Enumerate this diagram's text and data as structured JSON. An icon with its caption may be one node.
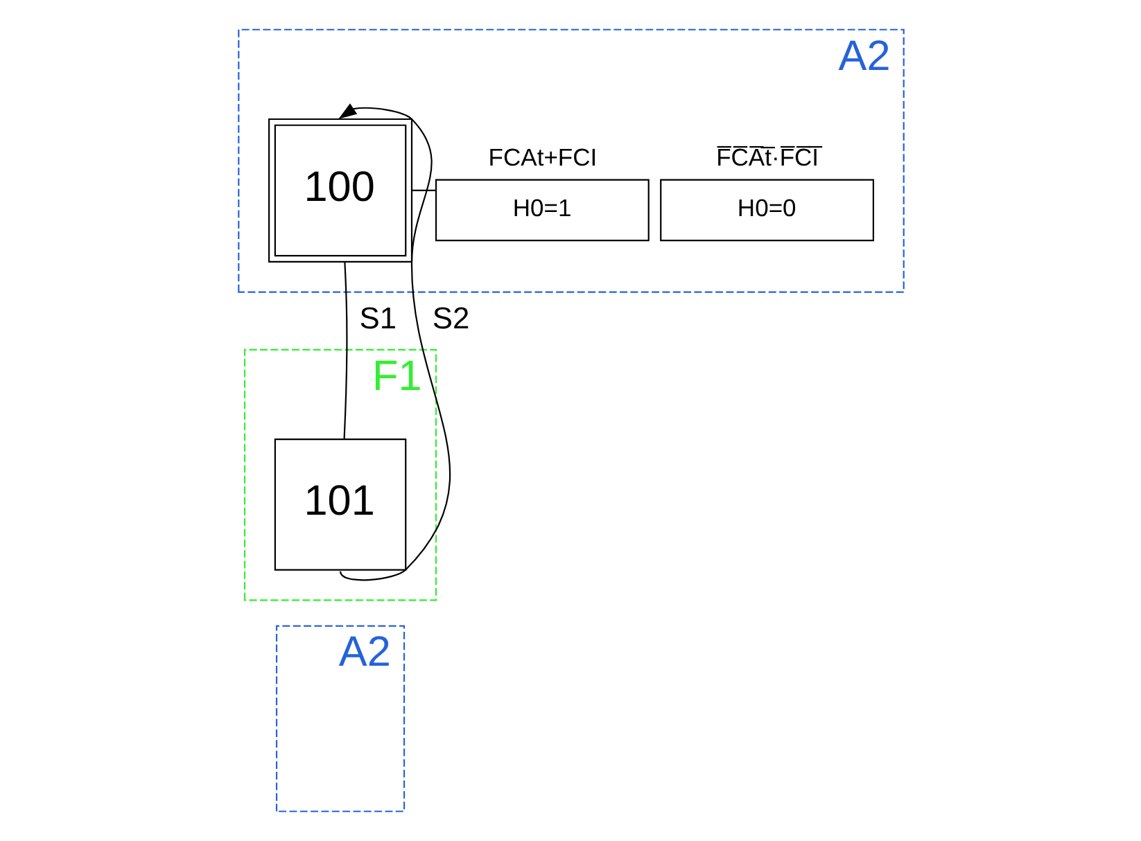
{
  "diagram": {
    "nodes": [
      {
        "text": [
          "A2"
        ]
      },
      {
        "text": [
          "100"
        ],
        "in": 0
      },
      {
        "text": [
          "H0=1"
        ],
        "beside": [
          "FCAt+FCI"
        ],
        "in": 0
      },
      {
        "text": [
          "H0=0"
        ],
        "beside": [
          "F̅C̅A̅t̅·F̅C̅I̅"
        ],
        "in": 0
      },
      {
        "text": [
          "F1"
        ]
      },
      {
        "text": [
          "101"
        ],
        "in": 4
      },
      {
        "text": [
          "A2"
        ]
      }
    ],
    "edges": [
      {
        "from": 1,
        "to": 2,
        "arrow": "none"
      },
      {
        "from": 1,
        "to": 5,
        "arrow": "none",
        "label": "S1"
      },
      {
        "from": 5,
        "to": 1,
        "arrow": "to",
        "label": "S2"
      }
    ]
  }
}
